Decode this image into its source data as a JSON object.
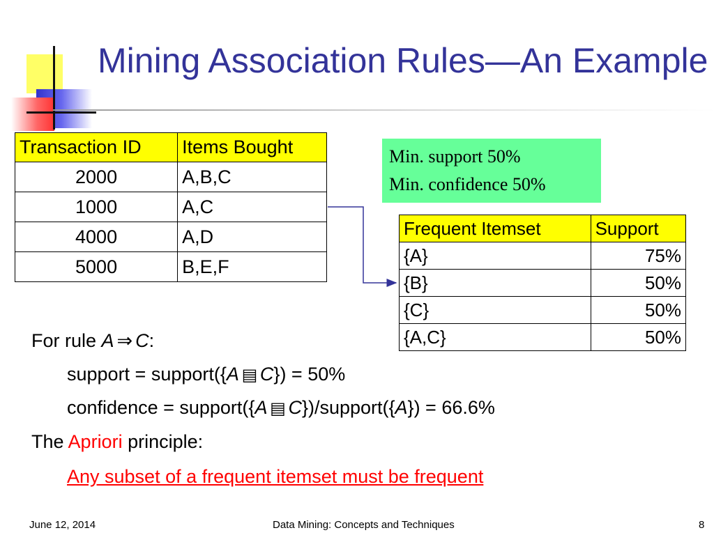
{
  "slide": {
    "title": "Mining Association Rules—An Example"
  },
  "transactions": {
    "headers": [
      "Transaction ID",
      "Items Bought"
    ],
    "rows": [
      [
        "2000",
        "A,B,C"
      ],
      [
        "1000",
        "A,C"
      ],
      [
        "4000",
        "A,D"
      ],
      [
        "5000",
        "B,E,F"
      ]
    ]
  },
  "thresholds": {
    "support": "Min. support 50%",
    "confidence": "Min. confidence 50%"
  },
  "frequent": {
    "headers": [
      "Frequent Itemset",
      "Support"
    ],
    "rows": [
      [
        "{A}",
        "75%"
      ],
      [
        "{B}",
        "50%"
      ],
      [
        "{C}",
        "50%"
      ],
      [
        "{A,C}",
        "50%"
      ]
    ]
  },
  "rule": {
    "prefix": "For rule ",
    "a": "A",
    "implies": "⇒",
    "c": "C",
    "suffix": ":"
  },
  "support_line": {
    "p1": "support = support({",
    "a": "A",
    "glyph": "▤",
    "c": "C",
    "p2": "}) = 50%"
  },
  "confidence_line": {
    "p1": "confidence = support({",
    "a": "A",
    "glyph": "▤",
    "c": "C",
    "p2": "})/support({",
    "a2": "A",
    "p3": "}) = 66.6%"
  },
  "apriori": {
    "p1": "The ",
    "name": "Apriori",
    "p2": " principle:",
    "statement": "Any subset of a frequent itemset must be frequent"
  },
  "footer": {
    "date": "June 12, 2014",
    "center": "Data Mining: Concepts and Techniques",
    "page": "8"
  },
  "colors": {
    "title": "#333399",
    "highlight": "#ffff00",
    "green_box": "#66ff99",
    "emphasis": "#ff0000"
  }
}
